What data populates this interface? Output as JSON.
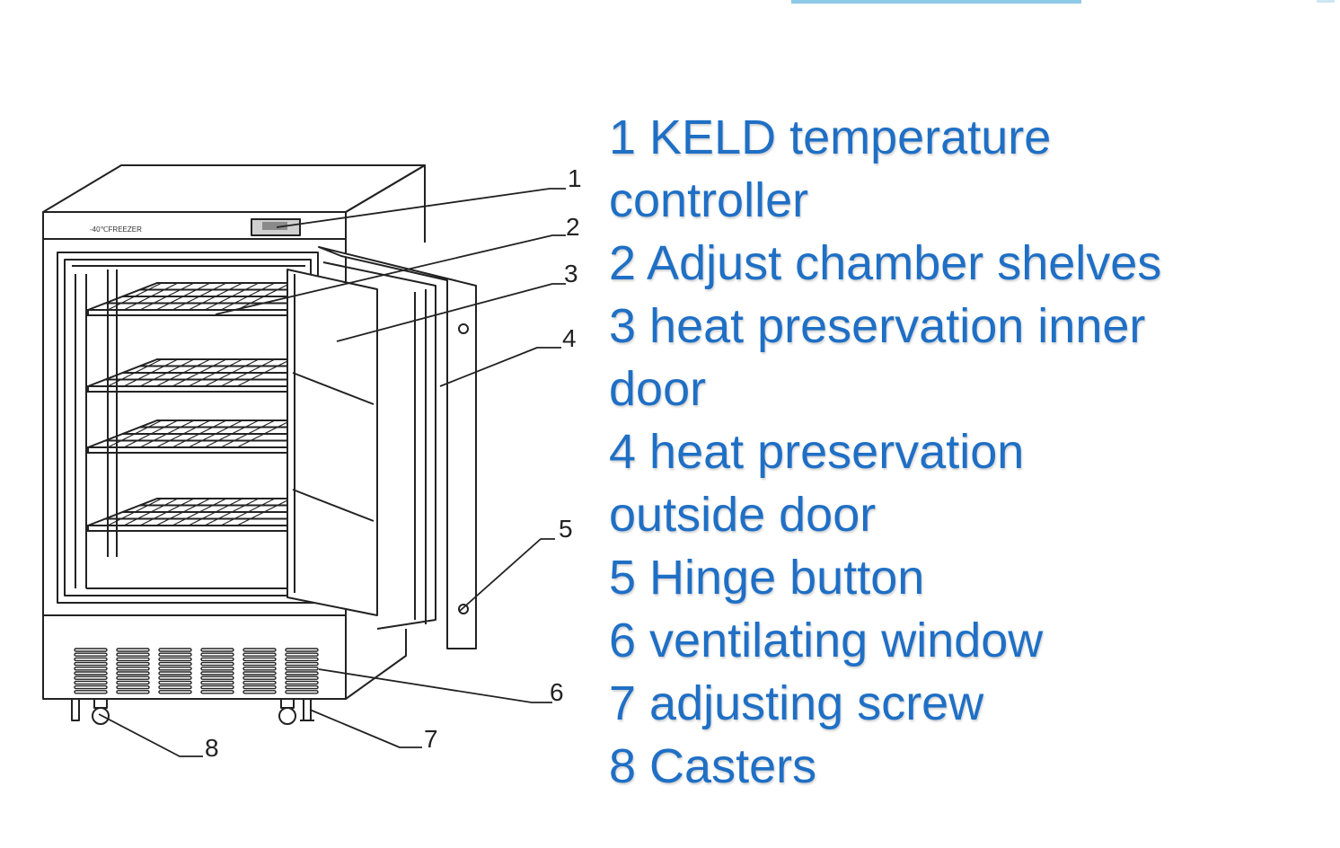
{
  "diagram": {
    "brand_label": "-40℃FREEZER",
    "callout_numbers": [
      "1",
      "2",
      "3",
      "4",
      "5",
      "6",
      "7",
      "8"
    ]
  },
  "legend": {
    "items": [
      "1 KELD temperature\ncontroller",
      "2 Adjust chamber shelves",
      "3 heat preservation inner\ndoor",
      "4 heat preservation\noutside door",
      "5 Hinge button",
      "6 ventilating window",
      "7 adjusting screw",
      "8 Casters"
    ]
  },
  "colors": {
    "legend_text": "#1f6fc5",
    "accent_bar": "#8ecae6",
    "line_art": "#222222"
  }
}
